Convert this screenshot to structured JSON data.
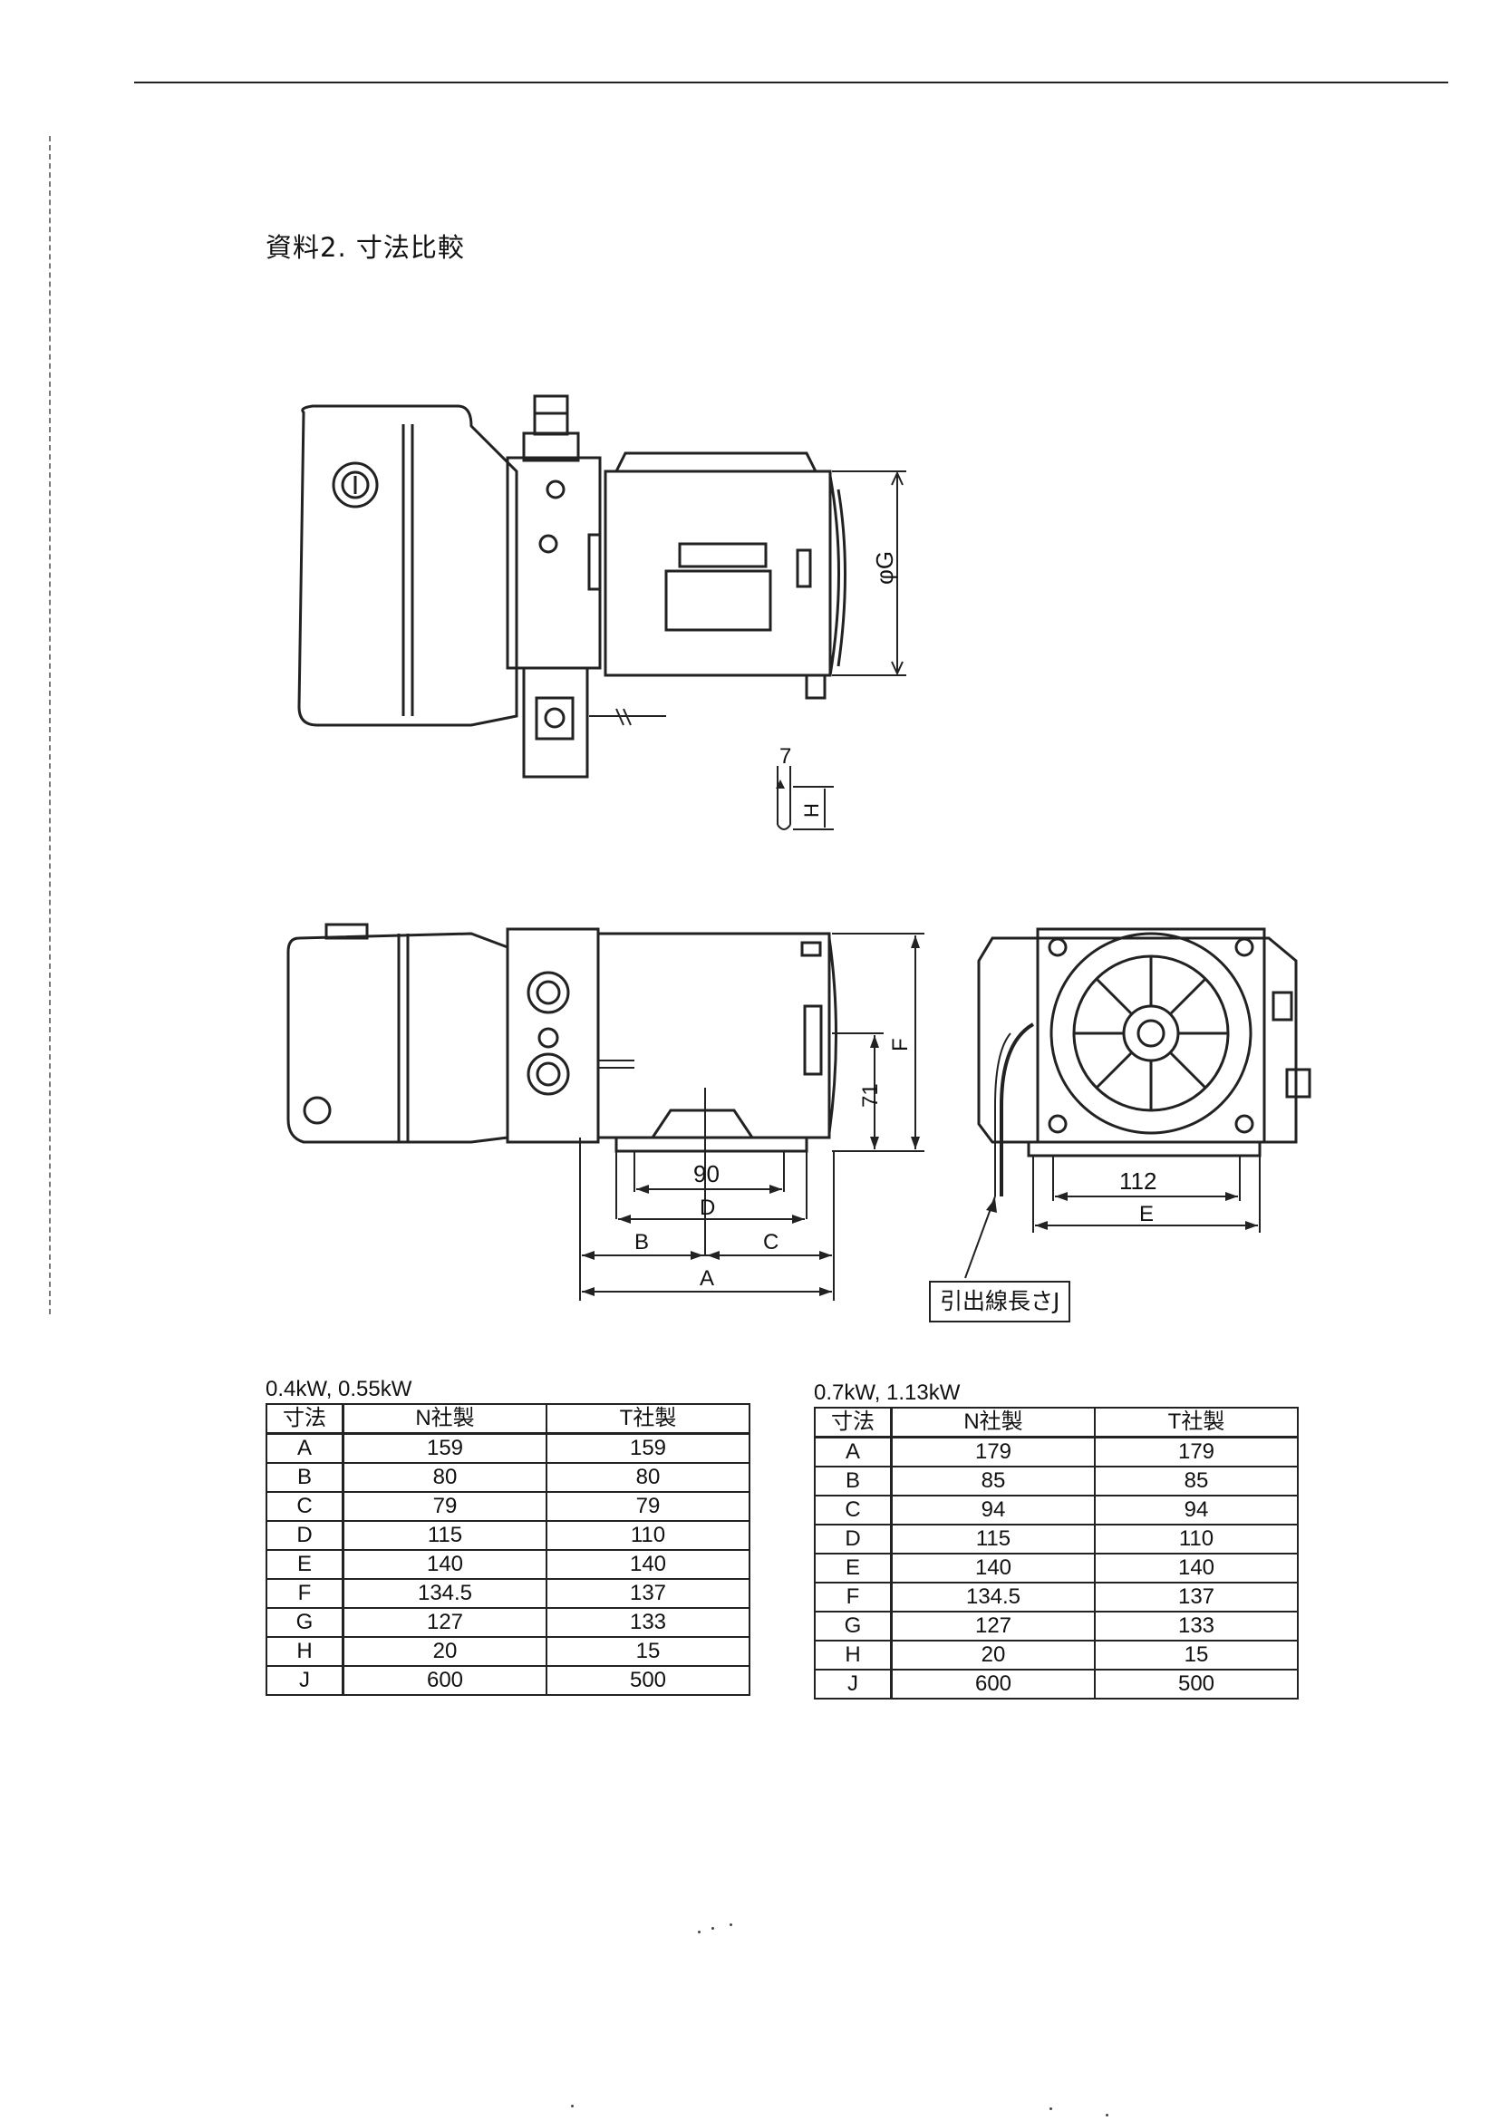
{
  "document": {
    "heading": "資料2. 寸法比較"
  },
  "drawing": {
    "labels": {
      "phi_g": "φG",
      "seven": "7",
      "h_mark": "H",
      "ninety": "90",
      "d": "D",
      "b": "B",
      "c": "C",
      "a": "A",
      "seventy_one": "71",
      "f": "F",
      "one_twelve": "112",
      "e": "E"
    },
    "lead_label": "引出線長さJ"
  },
  "tables": [
    {
      "caption": "0.4kW, 0.55kW",
      "headers": [
        "寸法",
        "N社製",
        "T社製"
      ],
      "rows": [
        [
          "A",
          "159",
          "159"
        ],
        [
          "B",
          "80",
          "80"
        ],
        [
          "C",
          "79",
          "79"
        ],
        [
          "D",
          "115",
          "110"
        ],
        [
          "E",
          "140",
          "140"
        ],
        [
          "F",
          "134.5",
          "137"
        ],
        [
          "G",
          "127",
          "133"
        ],
        [
          "H",
          "20",
          "15"
        ],
        [
          "J",
          "600",
          "500"
        ]
      ]
    },
    {
      "caption": "0.7kW, 1.13kW",
      "headers": [
        "寸法",
        "N社製",
        "T社製"
      ],
      "rows": [
        [
          "A",
          "179",
          "179"
        ],
        [
          "B",
          "85",
          "85"
        ],
        [
          "C",
          "94",
          "94"
        ],
        [
          "D",
          "115",
          "110"
        ],
        [
          "E",
          "140",
          "140"
        ],
        [
          "F",
          "134.5",
          "137"
        ],
        [
          "G",
          "127",
          "133"
        ],
        [
          "H",
          "20",
          "15"
        ],
        [
          "J",
          "600",
          "500"
        ]
      ]
    }
  ]
}
